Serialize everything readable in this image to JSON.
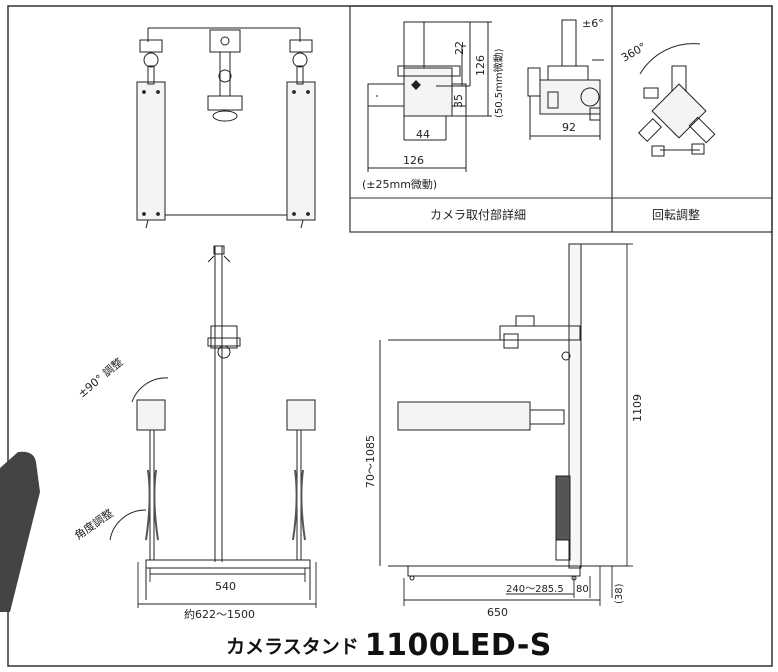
{
  "panels": {
    "camera_mount": {
      "caption": "カメラ取付部詳細"
    },
    "rotation": {
      "caption": "回転調整"
    }
  },
  "dimensions": {
    "mount_22": "22",
    "mount_126_v": "126",
    "mount_fine_v": "(50.5mm微動)",
    "mount_35": "35",
    "mount_44": "44",
    "mount_126_h": "126",
    "mount_fine_h": "(±25mm微動)",
    "tilt_6": "±6°",
    "side_92": "92",
    "rot_360": "360°",
    "lamp_adjust": "±90° 調整",
    "angle_adjust": "角度調整",
    "width_540": "540",
    "width_range": "約622〜1500",
    "height_range": "70〜1085",
    "height_1109": "1109",
    "arm_range": "240〜285.5",
    "arm_80": "80",
    "base_38": "(38)",
    "depth_650": "650"
  },
  "product": {
    "name_jp": "カメラスタンド",
    "model": "1100LED-S"
  },
  "colors": {
    "line": "#222222",
    "frame": "#333333",
    "shade": "#555555"
  }
}
